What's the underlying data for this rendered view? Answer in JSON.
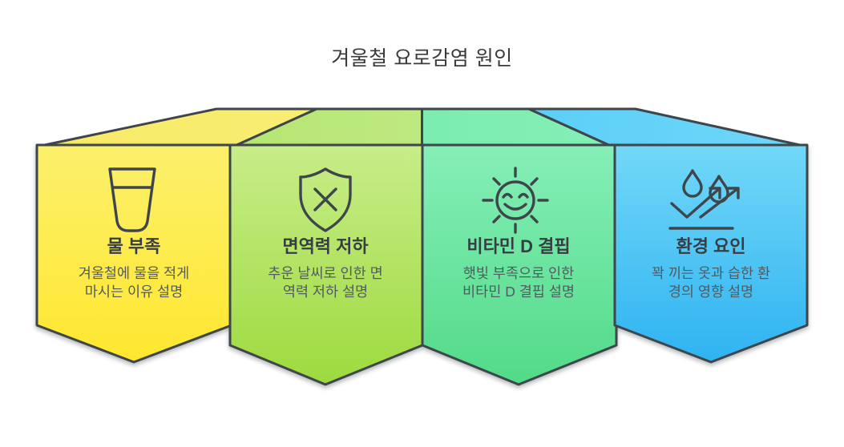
{
  "title": "겨울철 요로감염 원인",
  "colors": {
    "outline": "#3E464B",
    "icon_stroke": "#3E464B",
    "title_color": "#3A3A3A",
    "heading_color": "#363E43",
    "desc_color": "#515A60",
    "background": "#FFFFFF"
  },
  "panels": [
    {
      "heading": "물 부족",
      "desc_line1": "겨울철에 물을 적게",
      "desc_line2": "마시는 이유 설명",
      "icon": "water-glass-icon",
      "face_top": "#FCF06C",
      "face_bottom": "#FFE72F",
      "roof_left": "#F7EB66",
      "roof_right": "#F9EC74"
    },
    {
      "heading": "면역력 저하",
      "desc_line1": "추운 날씨로 인한 면",
      "desc_line2": "역력 저하 설명",
      "icon": "shield-x-icon",
      "face_top": "#C8ED89",
      "face_bottom": "#9DDA3E",
      "roof_left": "#B5E671",
      "roof_right": "#BEE982"
    },
    {
      "heading": "비타민 D 결핍",
      "desc_line1": "햇빛 부족으로 인한",
      "desc_line2": "비타민 D 결핍 설명",
      "icon": "smiling-sun-icon",
      "face_top": "#85EFB7",
      "face_bottom": "#52DA88",
      "roof_left": "#7BEDAF",
      "roof_right": "#85EFB7"
    },
    {
      "heading": "환경 요인",
      "desc_line1": "꽉 끼는 옷과 습한 환",
      "desc_line2": "경의 영향 설명",
      "icon": "raindrops-bounce-arrows-icon",
      "face_top": "#72D8F8",
      "face_bottom": "#2FB3F1",
      "roof_left": "#5CCFF7",
      "roof_right": "#6ED7F9"
    }
  ]
}
